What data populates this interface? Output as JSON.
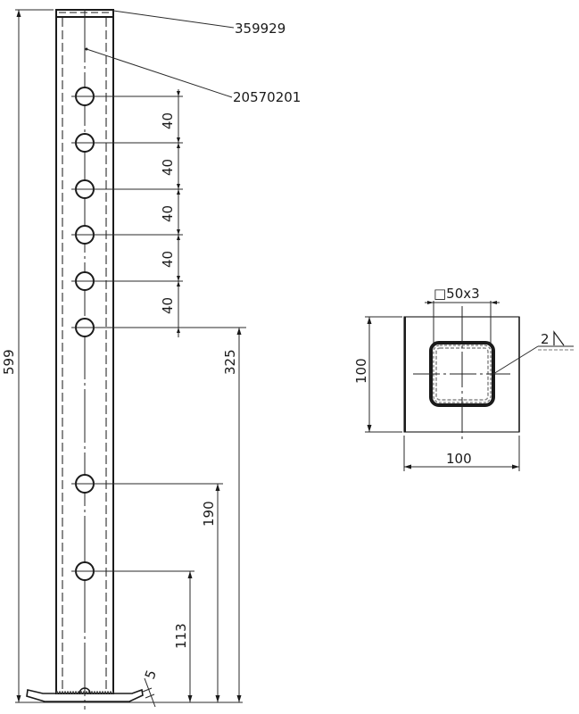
{
  "drawing": {
    "type": "technical-drawing",
    "views": {
      "front": {
        "overall_height_label": "599",
        "hole_spacing_labels": [
          "40",
          "40",
          "40",
          "40",
          "40"
        ],
        "dim_325_label": "325",
        "dim_190_label": "190",
        "dim_113_label": "113",
        "plate_thickness_label": "5"
      },
      "section": {
        "tube_label": "□50x3",
        "width_label": "100",
        "height_label": "100",
        "weld_size_label": "2",
        "weld_symbol": "fillet-weld-triangle"
      }
    },
    "callouts": [
      {
        "label": "359929"
      },
      {
        "label": "20570201"
      }
    ],
    "colors": {
      "line": "#1a1a1a",
      "hidden_line": "#8a8a8a",
      "background": "#ffffff"
    }
  }
}
